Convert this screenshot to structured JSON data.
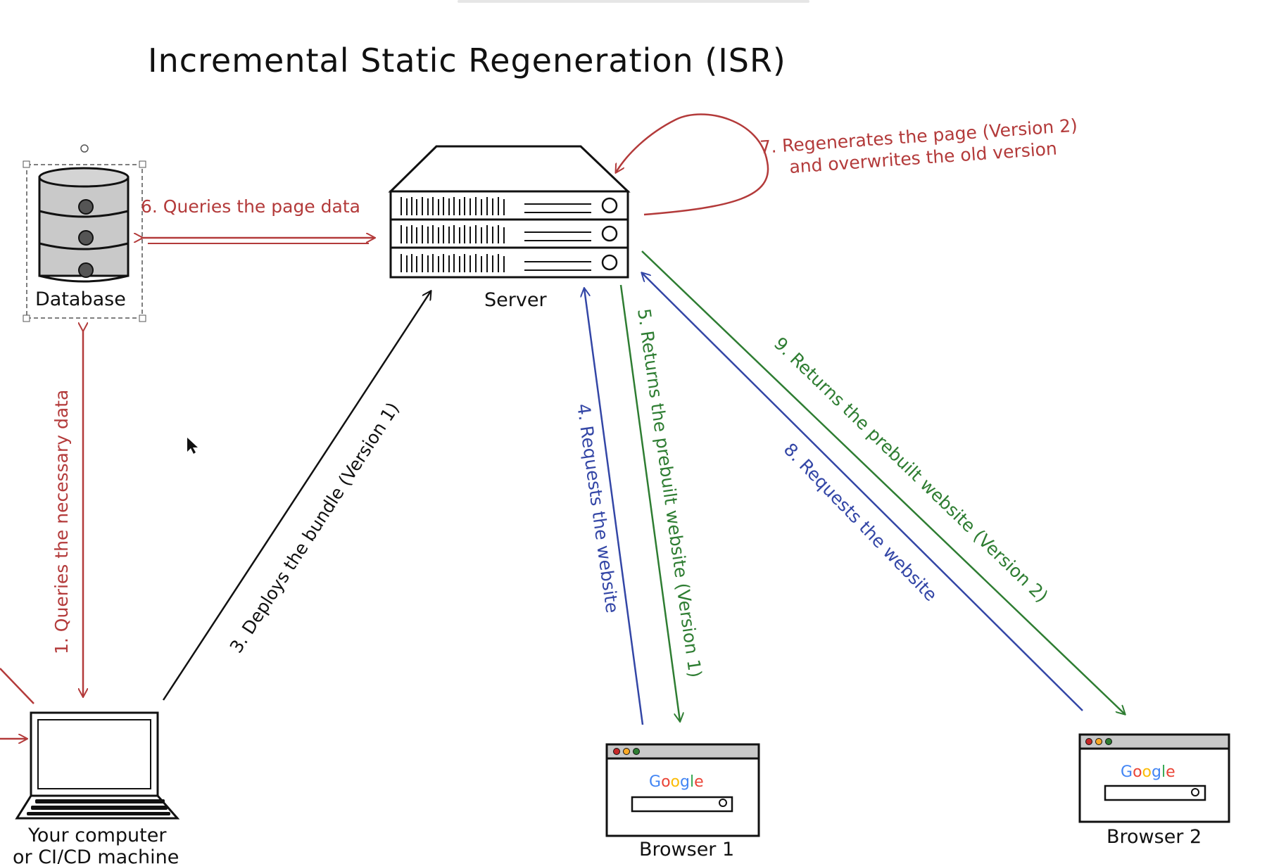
{
  "title": "Incremental Static Regeneration (ISR)",
  "nodes": {
    "database": "Database",
    "server": "Server",
    "computer_line1": "Your computer",
    "computer_line2": "or CI/CD machine",
    "browser1": "Browser 1",
    "browser2": "Browser 2"
  },
  "google_logo": "Google",
  "steps": {
    "s1": "1. Queries the necessary data",
    "s3": "3. Deploys the bundle (Version 1)",
    "s4": "4. Requests the website",
    "s5": "5. Returns the prebuilt website (Version 1)",
    "s6": "6. Queries the page data",
    "s7_line1": "7. Regenerates the page (Version 2)",
    "s7_line2": "and overwrites the old version",
    "s8": "8. Requests the website",
    "s9": "9. Returns the prebuilt website (Version 2)"
  },
  "colors": {
    "red": "#b33a3a",
    "green": "#2e7d32",
    "blue": "#3346a6",
    "black": "#111111"
  }
}
